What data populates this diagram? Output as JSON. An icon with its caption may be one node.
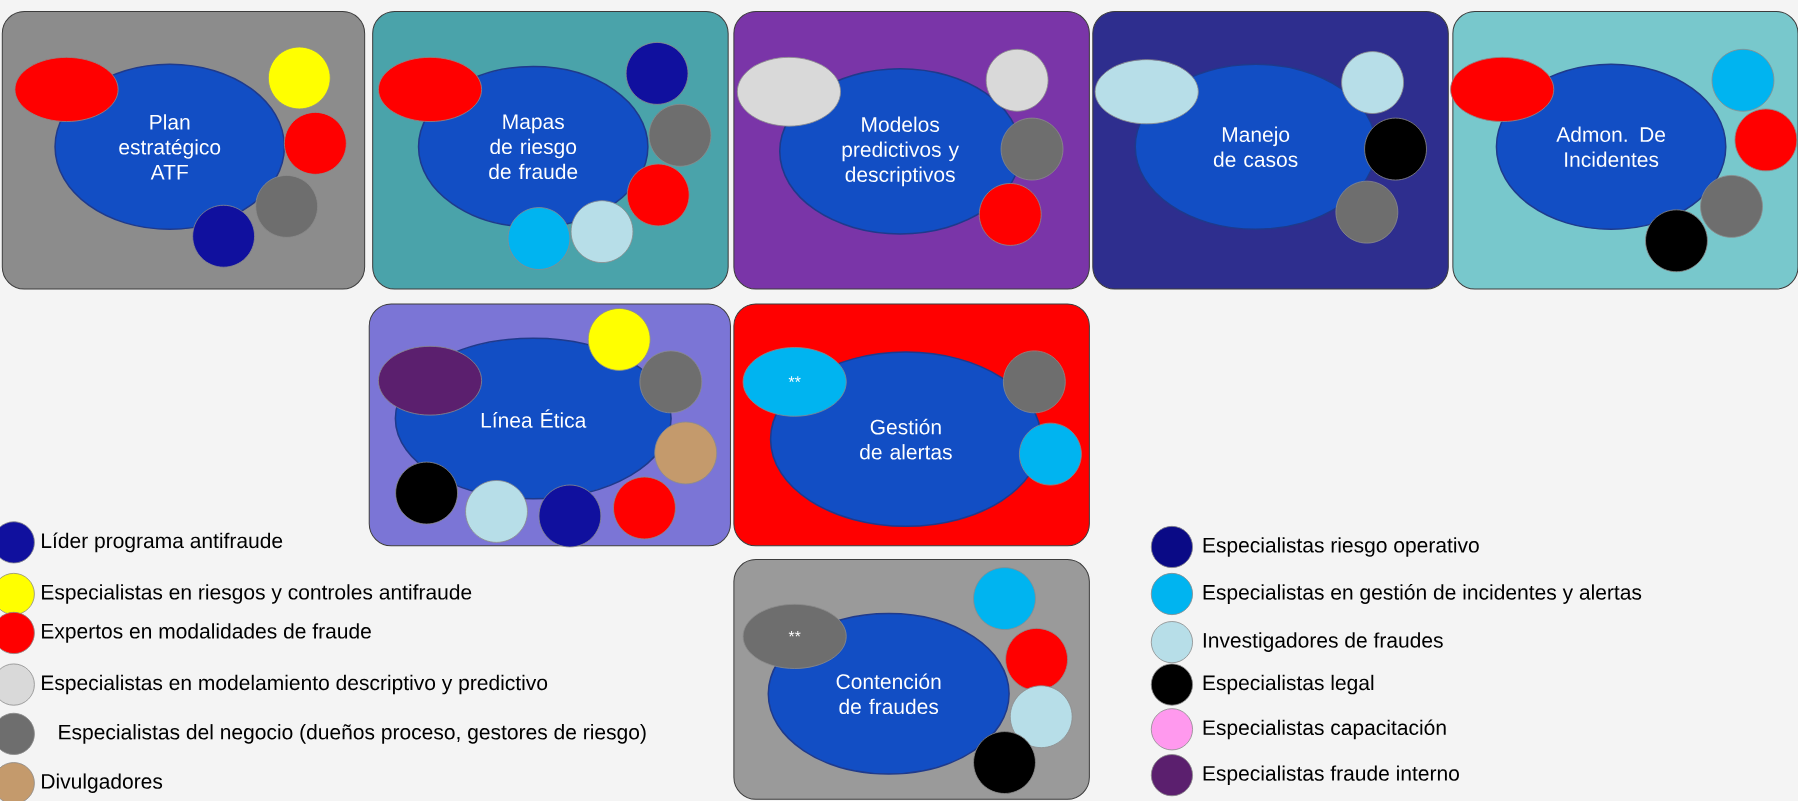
{
  "diagram": {
    "nodes": [
      {
        "text": [],
        "shape": "box"
      },
      {
        "text": [],
        "shape": "ellipse",
        "in": 0
      },
      {
        "text": [
          "Plan estratégico ATF"
        ],
        "in": 0
      },
      {
        "text": [],
        "shape": "box"
      },
      {
        "text": [],
        "shape": "ellipse",
        "in": 3
      },
      {
        "text": [
          "Mapas de riesgo de fraude"
        ],
        "in": 3
      },
      {
        "text": [],
        "shape": "box"
      },
      {
        "text": [],
        "shape": "ellipse",
        "in": 6
      },
      {
        "text": [
          "Modelos predictivos y descriptivos"
        ],
        "in": 6
      },
      {
        "text": [],
        "shape": "box"
      },
      {
        "text": [],
        "shape": "ellipse",
        "in": 9
      },
      {
        "text": [
          "Manejo de casos"
        ],
        "in": 9
      },
      {
        "text": [],
        "shape": "box"
      },
      {
        "text": [],
        "shape": "ellipse",
        "in": 12
      },
      {
        "text": [
          "Admon. De Incidentes"
        ],
        "in": 12
      },
      {
        "text": [],
        "shape": "box"
      },
      {
        "text": [],
        "shape": "ellipse",
        "in": 15
      },
      {
        "text": [
          "Línea Ética"
        ],
        "in": 15
      },
      {
        "text": [],
        "shape": "box"
      },
      {
        "text": [
          "**"
        ],
        "in": 18
      },
      {
        "text": [
          "Gestión de alertas"
        ],
        "in": 18
      },
      {
        "text": [],
        "shape": "box"
      },
      {
        "text": [
          "**"
        ],
        "in": 21
      },
      {
        "text": [
          "Contención de fraudes"
        ],
        "in": 21
      }
    ],
    "edges": [],
    "legend": [
      {
        "text": "Líder programa antifraude",
        "color": "#10109e"
      },
      {
        "text": "Especialistas en riesgos y controles antifraude",
        "color": "#ffff00"
      },
      {
        "text": "Expertos en modalidades de fraude",
        "color": "#ff0000"
      },
      {
        "text": "Especialistas en modelamiento descriptivo y predictivo",
        "color": "#d9d9d9"
      },
      {
        "text": "Especialistas del negocio (dueños proceso, gestores de riesgo)",
        "color": "#6e6e6e"
      },
      {
        "text": "Divulgadores",
        "color": "#c49a6c"
      },
      {
        "text": "Especialistas riesgo operativo",
        "color": "#0a0a86"
      },
      {
        "text": "Especialistas en gestión de incidentes y alertas",
        "color": "#00b4f0"
      },
      {
        "text": "Investigadores de fraudes",
        "color": "#b7dee8"
      },
      {
        "text": "Especialistas legal",
        "color": "#000000"
      },
      {
        "text": "Especialistas capacitación",
        "color": "#ff99ee"
      },
      {
        "text": "Especialistas fraude interno",
        "color": "#5b1f6e"
      }
    ]
  }
}
